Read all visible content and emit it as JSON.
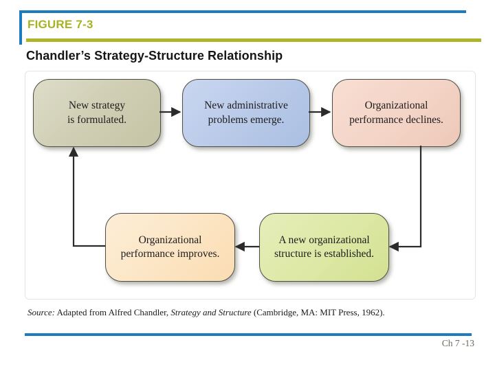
{
  "slide": {
    "figure_label": "FIGURE 7-3",
    "title": "Chandler’s Strategy-Structure Relationship",
    "page_label": "Ch 7 -13"
  },
  "diagram": {
    "type": "cyclic-flowchart",
    "boxes": [
      {
        "id": "new-strategy",
        "lines": [
          "New strategy",
          "is formulated."
        ],
        "fill": "#cecdb2"
      },
      {
        "id": "admin-problems",
        "lines": [
          "New administrative",
          "problems emerge."
        ],
        "fill": "#b8c9e8"
      },
      {
        "id": "performance-declines",
        "lines": [
          "Organizational",
          "performance declines."
        ],
        "fill": "#f3d4c6"
      },
      {
        "id": "performance-improves",
        "lines": [
          "Organizational",
          "performance improves."
        ],
        "fill": "#fce5c3"
      },
      {
        "id": "structure-established",
        "lines": [
          "A new organizational",
          "structure is established."
        ],
        "fill": "#dce8a4"
      }
    ],
    "connections": [
      {
        "from": "new-strategy",
        "to": "admin-problems"
      },
      {
        "from": "admin-problems",
        "to": "performance-declines"
      },
      {
        "from": "performance-declines",
        "to": "structure-established"
      },
      {
        "from": "structure-established",
        "to": "performance-improves"
      },
      {
        "from": "performance-improves",
        "to": "new-strategy"
      }
    ]
  },
  "source": {
    "label": "Source:",
    "text_before": " Adapted from Alfred Chandler, ",
    "book_title": "Strategy and Structure",
    "text_after": " (Cambridge, MA: MIT Press, 1962)."
  },
  "colors": {
    "accent_blue": "#1e7cbe",
    "accent_olive": "#aeb52d",
    "figure_label_olive": "#a9b222",
    "arrow_stroke": "#2b2b2b"
  }
}
